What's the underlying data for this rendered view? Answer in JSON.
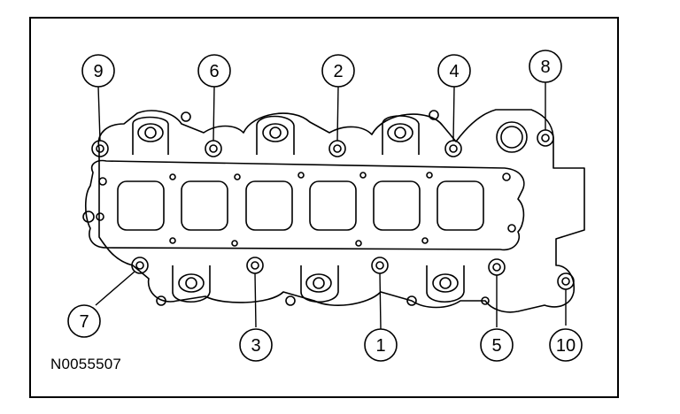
{
  "figure_id": "N0055507",
  "callouts": [
    "9",
    "6",
    "2",
    "4",
    "8",
    "7",
    "3",
    "1",
    "5",
    "10"
  ]
}
